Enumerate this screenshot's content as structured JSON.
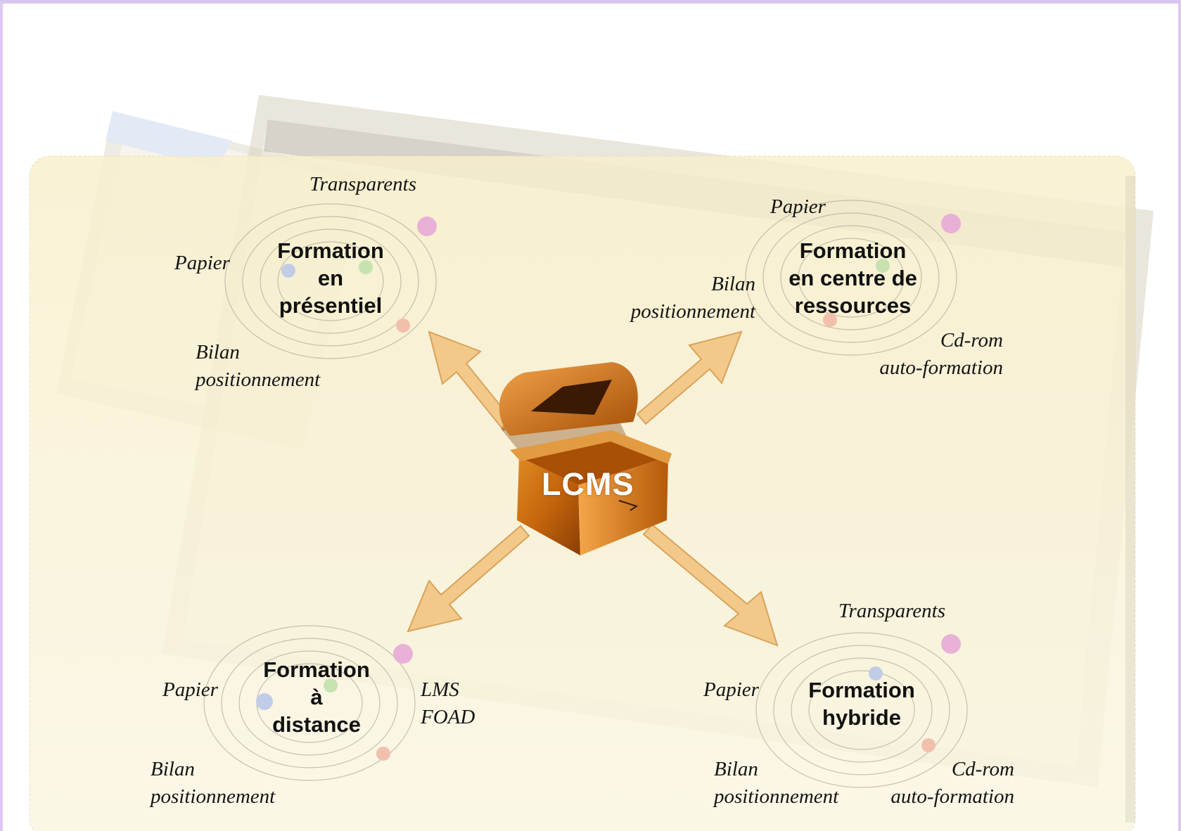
{
  "center": {
    "label": "LCMS"
  },
  "nodes": {
    "presentiel": {
      "title": [
        "Formation",
        "en",
        "présentiel"
      ],
      "labels": {
        "transparents": "Transparents",
        "papier": "Papier",
        "bilan": [
          "Bilan",
          "positionnement"
        ]
      }
    },
    "centre_ressources": {
      "title": [
        "Formation",
        "en centre de",
        "ressources"
      ],
      "labels": {
        "papier": "Papier",
        "bilan": [
          "Bilan",
          "positionnement"
        ],
        "cdrom": [
          "Cd-rom",
          "auto-formation"
        ]
      }
    },
    "distance": {
      "title": [
        "Formation",
        "à",
        "distance"
      ],
      "labels": {
        "papier": "Papier",
        "lms": [
          "LMS",
          "FOAD"
        ],
        "bilan": [
          "Bilan",
          "positionnement"
        ]
      }
    },
    "hybride": {
      "title": [
        "Formation",
        "hybride"
      ],
      "labels": {
        "transparents": "Transparents",
        "papier": "Papier",
        "bilan": [
          "Bilan",
          "positionnement"
        ],
        "cdrom": [
          "Cd-rom",
          "auto-formation"
        ]
      }
    }
  },
  "colors": {
    "panel": "#f9f2d2",
    "arrow_fill": "#f3c98a",
    "arrow_stroke": "#d9a25a",
    "chest": "#c8700f",
    "frame": "#dcc8f0"
  }
}
